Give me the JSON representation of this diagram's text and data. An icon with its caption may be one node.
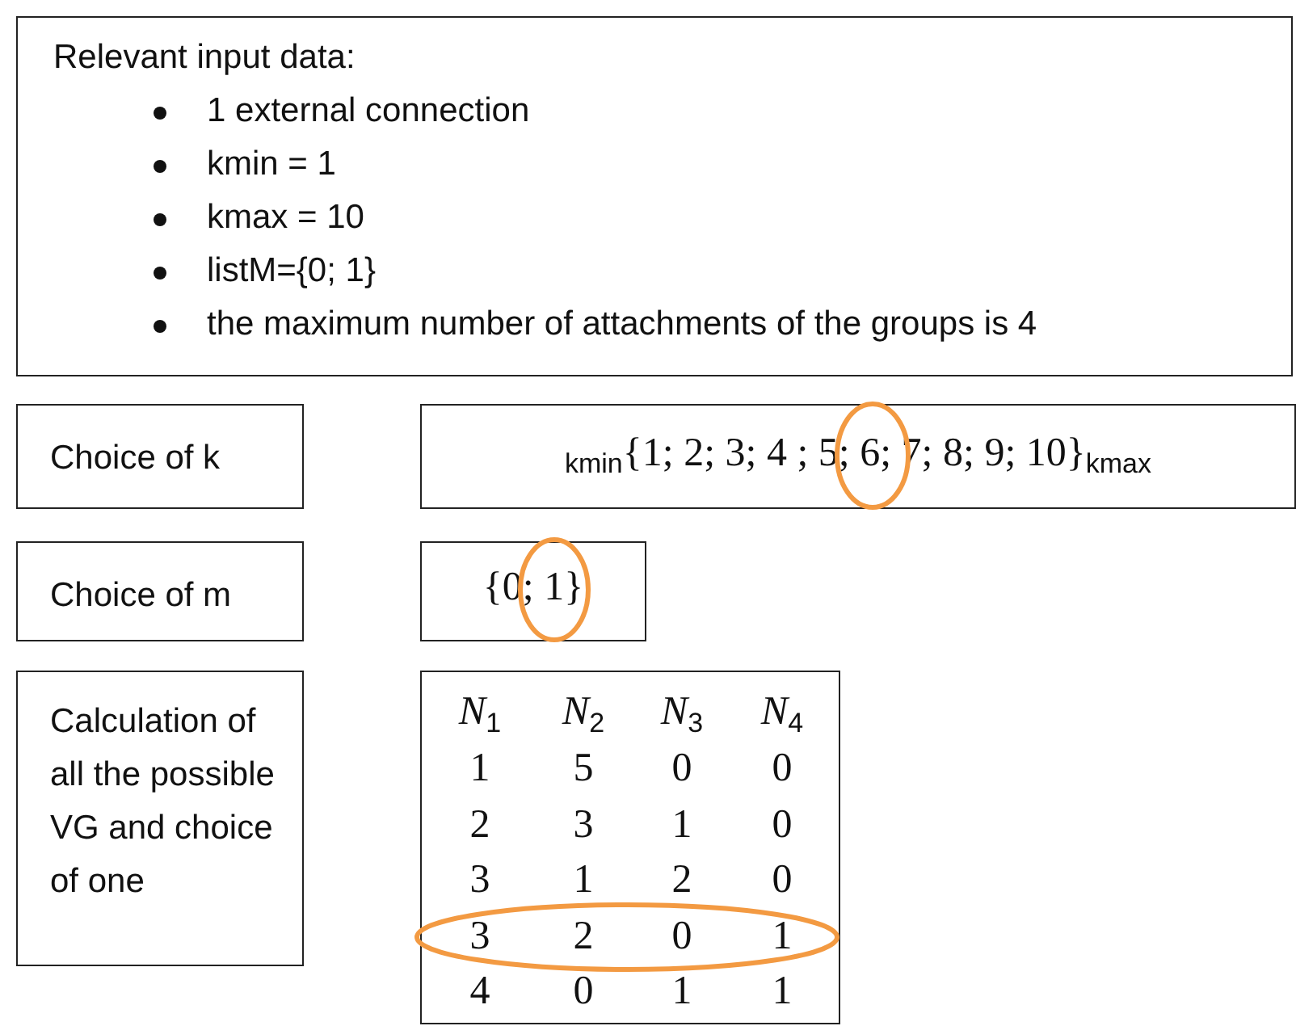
{
  "diagram": {
    "nodes": [
      {
        "text": [
          "Relevant input data:",
          "1 external connection",
          "kmin = 1",
          "kmax = 10",
          "listM={0; 1}",
          "the maximum number of attachments of the groups is 4"
        ]
      },
      {
        "text": [
          "Choice of k"
        ]
      },
      {
        "text": [
          "$_{kmin}${1; 2; 3; 4 ; 5; 6; 7; 8; 9; 10}$_{kmax}$"
        ]
      },
      {
        "text": [
          "Choice of m"
        ]
      },
      {
        "text": [
          "{0; 1}"
        ]
      },
      {
        "text": [
          "Calculation of all the possible VG and choice of one"
        ]
      },
      {
        "text": [
          "*N*$_{1}$",
          "*N*$_{2}$",
          "*N*$_{3}$",
          "*N*$_{4}$",
          "1",
          "5",
          "0",
          "0",
          "2",
          "3",
          "1",
          "0",
          "3",
          "1",
          "2",
          "0",
          "3",
          "2",
          "0",
          "1",
          "4",
          "0",
          "1",
          "1"
        ]
      }
    ]
  }
}
